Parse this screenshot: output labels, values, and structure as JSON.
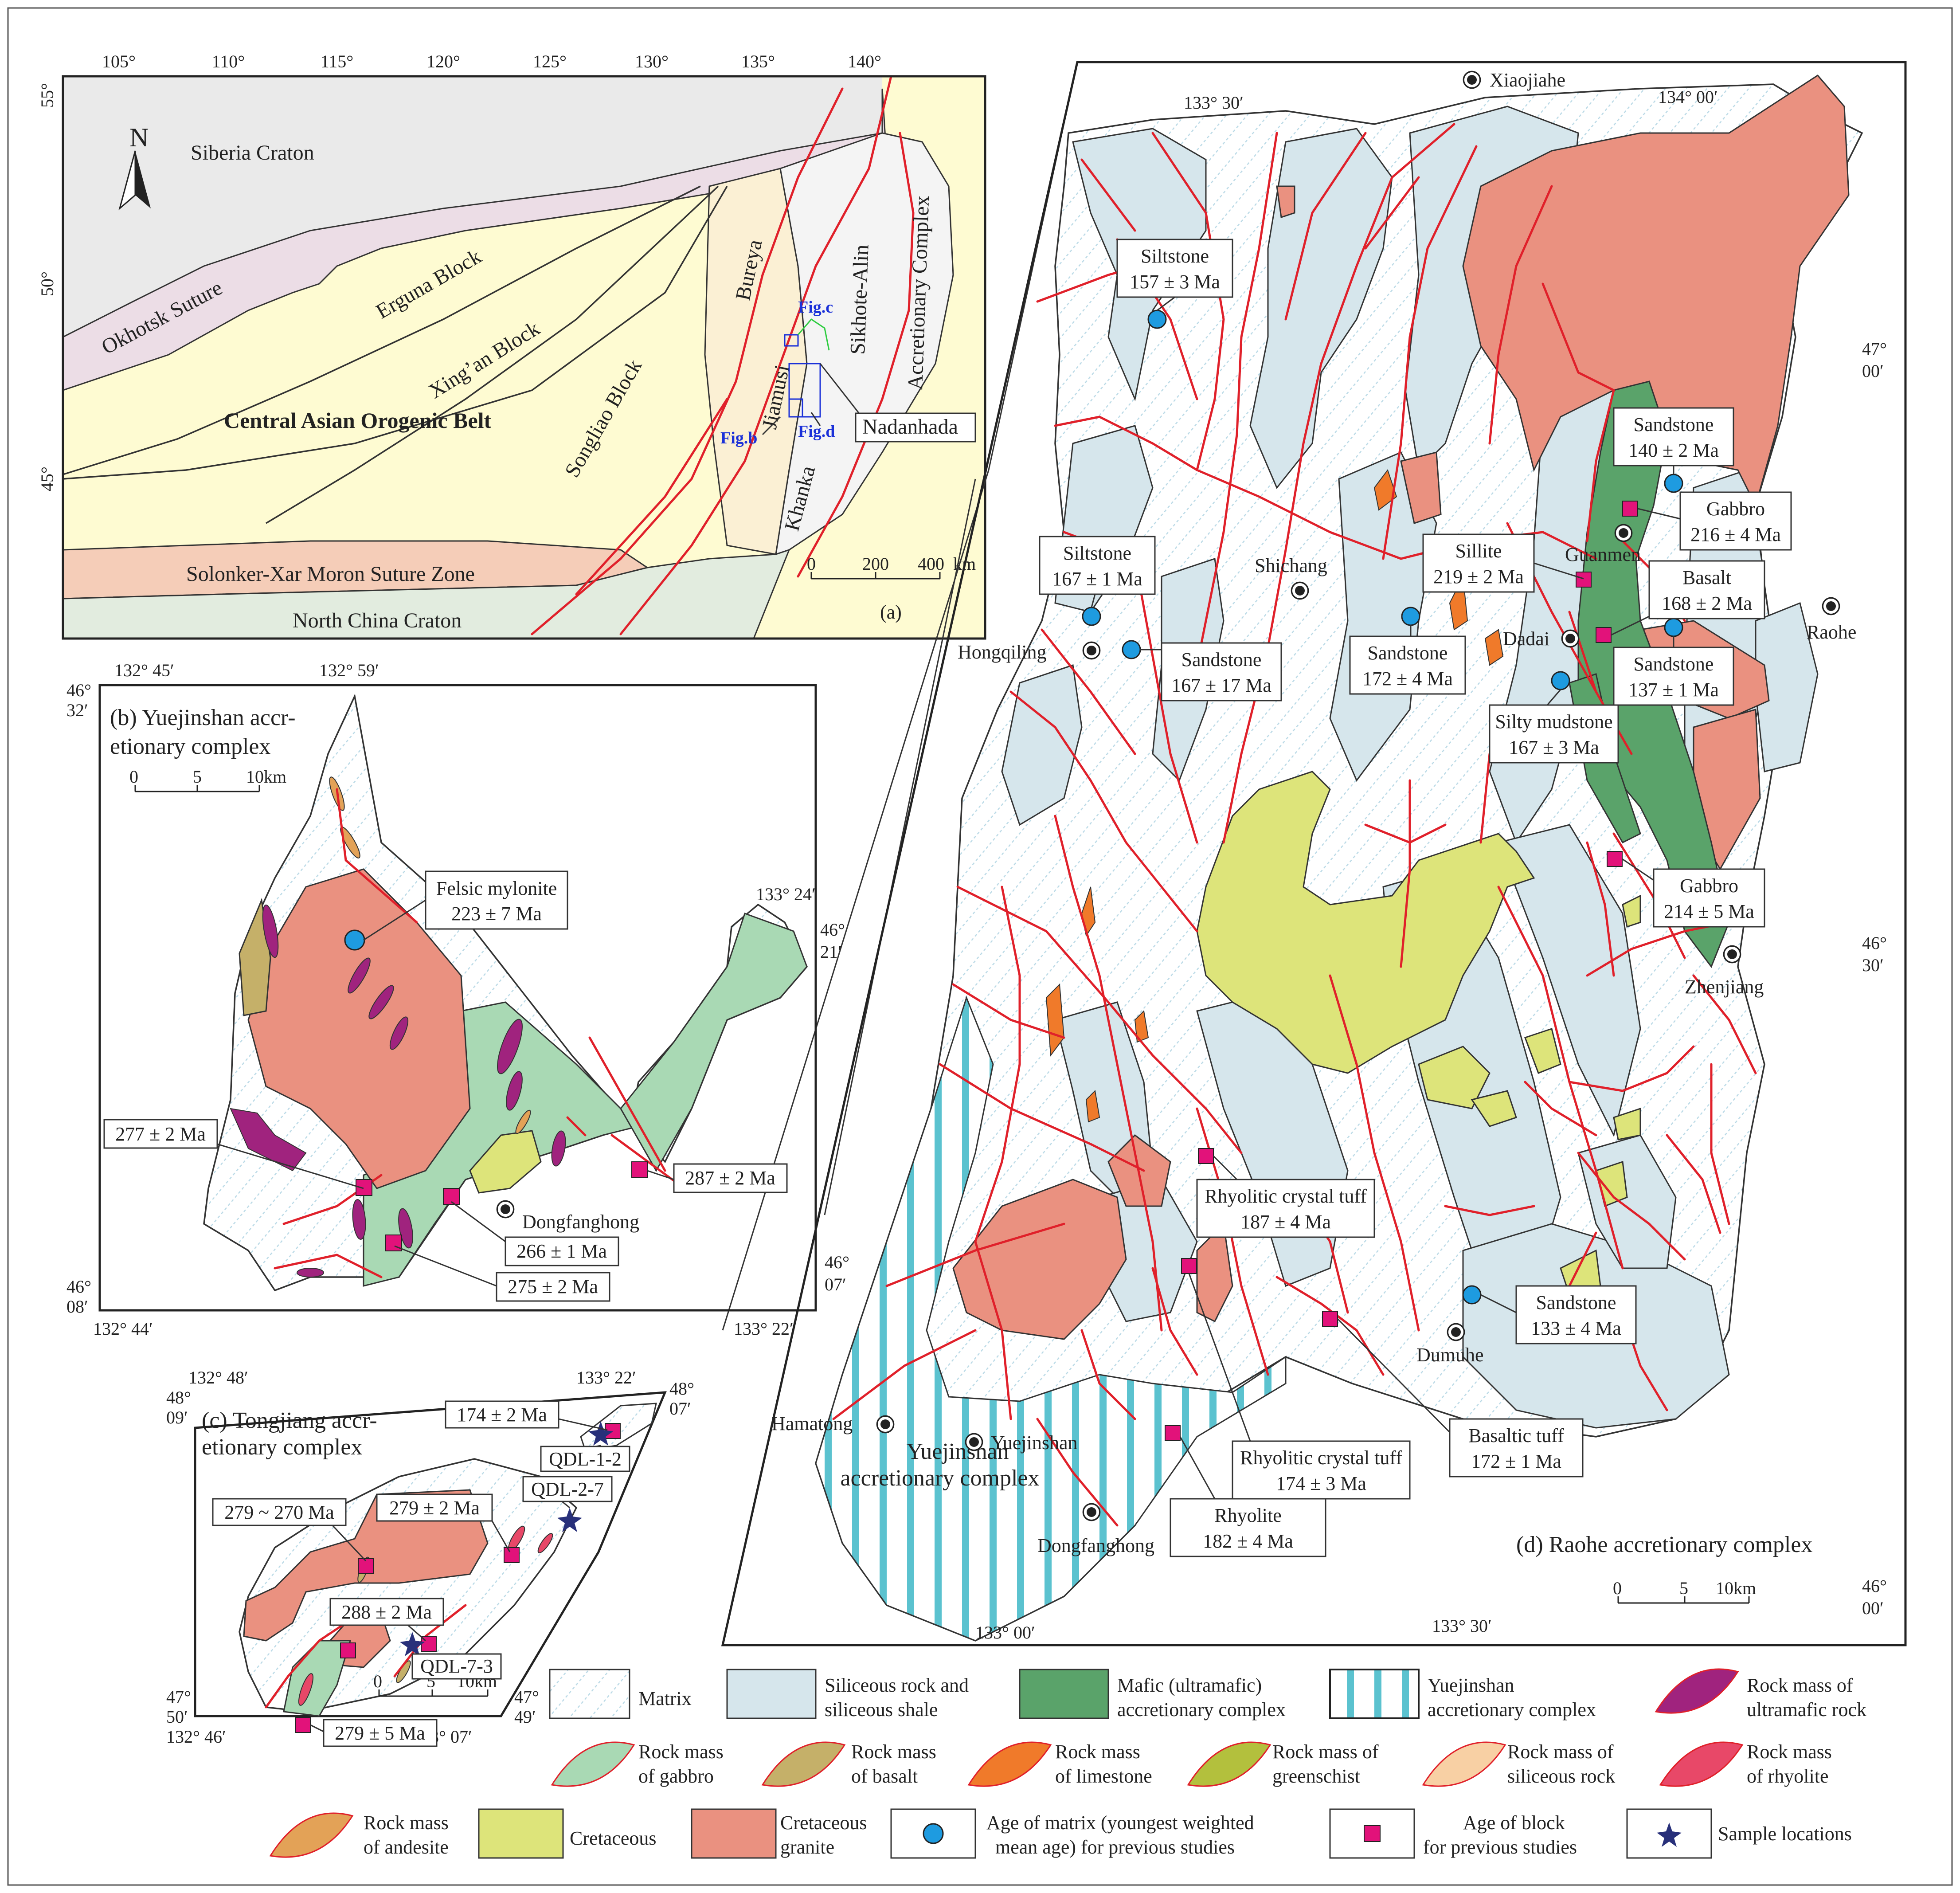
{
  "colors": {
    "matrix": "#eaf4f8",
    "siliceous": "#d6e6ec",
    "mafic": "#5aa36a",
    "yuejinshan_stripe": "#5bc2cf",
    "ultramafic": "#a0237e",
    "gabbro": "#a9d9b4",
    "basalt": "#c5b069",
    "limestone": "#f07a2a",
    "greenschist": "#b3c03d",
    "siliceous_rock": "#f8d0a4",
    "rhyolite": "#e84868",
    "andesite": "#e3a257",
    "cretaceous": "#dde47a",
    "granite": "#ea9180",
    "fault": "#e0202a",
    "matrix_age_marker": "#1e9be0",
    "block_age_marker": "#e2127a",
    "sample_marker": "#28307a",
    "figref": "#1a30d8",
    "panel_a_siberia": "#eaeaea",
    "panel_a_okhotsk": "#ecdde6",
    "panel_a_blocks": "#fefbd2",
    "panel_a_solonker": "#f5cdb8",
    "panel_a_ncc": "#e2ecdf",
    "panel_a_bureya": "#fbf0d4"
  },
  "panel_a": {
    "label": "(a)",
    "lon_ticks": [
      "105°",
      "110°",
      "115°",
      "120°",
      "125°",
      "130°",
      "135°",
      "140°"
    ],
    "lat_ticks": [
      "55°",
      "50°",
      "45°"
    ],
    "north": "N",
    "units": [
      "Siberia Craton",
      "Okhotsk Suture",
      "Erguna Block",
      "Xing’an Block",
      "Songliao Block",
      "Central Asian Orogenic Belt",
      "Bureya",
      "Jiamusi",
      "Khanka",
      "Sikhote-Alin",
      "Accretionary Complex",
      "Solonker-Xar Moron Suture Zone",
      "North China Craton"
    ],
    "figrefs": [
      "Fig.c",
      "Fig.b",
      "Fig.d"
    ],
    "callout": "Nadanhada",
    "scale": [
      "0",
      "200",
      "400",
      "km"
    ]
  },
  "panel_b": {
    "title_lines": [
      "(b) Yuejinshan accr-",
      "etionary complex"
    ],
    "coords": [
      "132° 45′",
      "132° 59′",
      "46°",
      "32′",
      "133° 24′",
      "46°",
      "21′",
      "46°",
      "08′",
      "132° 44′",
      "133° 22′"
    ],
    "scale": [
      "0",
      "5",
      "10km"
    ],
    "ages": [
      {
        "lines": [
          "Felsic mylonite",
          "223 ± 7 Ma"
        ]
      },
      {
        "lines": [
          "277 ± 2 Ma"
        ]
      },
      {
        "lines": [
          "287 ± 2 Ma"
        ]
      },
      {
        "lines": [
          "266 ± 1 Ma"
        ]
      },
      {
        "lines": [
          "275 ± 2 Ma"
        ]
      }
    ],
    "town": "Dongfanghong"
  },
  "panel_c": {
    "title_lines": [
      "(c) Tongjiang accr-",
      "etionary complex"
    ],
    "coords": [
      "132° 48′",
      "133° 22′",
      "48°",
      "09′",
      "48°",
      "07′",
      "47°",
      "50′",
      "47°",
      "49′",
      "132° 46′",
      "133° 07′"
    ],
    "scale": [
      "0",
      "5",
      "10km"
    ],
    "ages": [
      {
        "lines": [
          "174 ± 2 Ma"
        ]
      },
      {
        "lines": [
          "279 ~ 270 Ma"
        ]
      },
      {
        "lines": [
          "279 ± 2 Ma"
        ]
      },
      {
        "lines": [
          "288 ± 2 Ma"
        ]
      },
      {
        "lines": [
          "279 ± 5 Ma"
        ]
      }
    ],
    "samples": [
      "QDL-1-2",
      "QDL-2-7",
      "QDL-7-3"
    ]
  },
  "panel_d": {
    "title": "(d) Raohe accretionary complex",
    "coords": [
      "133° 30′",
      "134° 00′",
      "47°",
      "00′",
      "46°",
      "30′",
      "46°",
      "07′",
      "46°",
      "00′",
      "133° 00′",
      "133° 30′"
    ],
    "scale": [
      "0",
      "5",
      "10km"
    ],
    "towns": [
      "Xiaojiahe",
      "Hongqiling",
      "Shichang",
      "Guanmen",
      "Dadai",
      "Raohe",
      "Zhenjiang",
      "Dumuhe",
      "Hamatong",
      "Yuejinshan",
      "Dongfanghong"
    ],
    "complex_label": [
      "Yuejinshan",
      "accretionary complex"
    ],
    "ages": [
      {
        "lines": [
          "Siltstone",
          "157 ± 3 Ma"
        ]
      },
      {
        "lines": [
          "Siltstone",
          "167 ± 1 Ma"
        ]
      },
      {
        "lines": [
          "Sandstone",
          "167 ± 17 Ma"
        ]
      },
      {
        "lines": [
          "Sandstone",
          "172 ± 4 Ma"
        ]
      },
      {
        "lines": [
          "Sillite",
          "219 ± 2 Ma"
        ]
      },
      {
        "lines": [
          "Sandstone",
          "140 ± 2 Ma"
        ]
      },
      {
        "lines": [
          "Gabbro",
          "216 ± 4 Ma"
        ]
      },
      {
        "lines": [
          "Basalt",
          "168 ± 2 Ma"
        ]
      },
      {
        "lines": [
          "Sandstone",
          "137 ± 1 Ma"
        ]
      },
      {
        "lines": [
          "Silty mudstone",
          "167 ± 3 Ma"
        ]
      },
      {
        "lines": [
          "Gabbro",
          "214 ± 5 Ma"
        ]
      },
      {
        "lines": [
          "Rhyolitic crystal tuff",
          "187 ± 4 Ma"
        ]
      },
      {
        "lines": [
          "Sandstone",
          "133 ± 4 Ma"
        ]
      },
      {
        "lines": [
          "Basaltic tuff",
          "172 ± 1 Ma"
        ]
      },
      {
        "lines": [
          "Rhyolitic crystal tuff",
          "174 ± 3 Ma"
        ]
      },
      {
        "lines": [
          "Rhyolite",
          "182 ± 4 Ma"
        ]
      }
    ]
  },
  "legend": [
    {
      "lines": [
        "Matrix"
      ]
    },
    {
      "lines": [
        "Siliceous  rock and",
        "siliceous shale"
      ]
    },
    {
      "lines": [
        "Mafic (ultramafic)",
        "accretionary complex"
      ]
    },
    {
      "lines": [
        "Yuejinshan",
        "accretionary complex"
      ]
    },
    {
      "lines": [
        "Rock mass  of",
        "ultramafic rock"
      ]
    },
    {
      "lines": [
        "Rock mass",
        "of gabbro"
      ]
    },
    {
      "lines": [
        "Rock mass",
        "of basalt"
      ]
    },
    {
      "lines": [
        "Rock mass",
        "of limestone"
      ]
    },
    {
      "lines": [
        "Rock mass  of",
        "greenschist"
      ]
    },
    {
      "lines": [
        "Rock mass  of",
        "siliceous rock"
      ]
    },
    {
      "lines": [
        "Rock mass",
        "of rhyolite"
      ]
    },
    {
      "lines": [
        "Rock mass",
        "of andesite"
      ]
    },
    {
      "lines": [
        "Cretaceous"
      ]
    },
    {
      "lines": [
        "Cretaceous",
        "granite"
      ]
    },
    {
      "lines": [
        "Age of matrix (youngest weighted",
        "mean age)  for previous studies"
      ]
    },
    {
      "lines": [
        "Age of  block",
        "for previous studies"
      ]
    },
    {
      "lines": [
        "Sample locations"
      ]
    }
  ]
}
